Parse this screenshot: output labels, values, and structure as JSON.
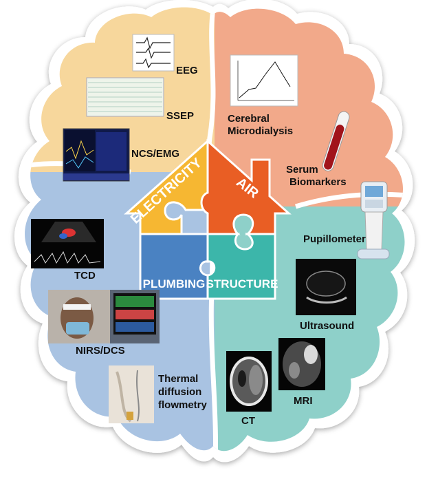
{
  "quadrants": {
    "electricity": {
      "label": "ELECTRICITY",
      "color": "#f7d79c",
      "items": [
        "EEG",
        "SSEP",
        "NCS/EMG"
      ]
    },
    "air": {
      "label": "AIR",
      "color": "#f2a98a",
      "items": [
        "Cerebral Microdialysis",
        "Serum Biomarkers"
      ]
    },
    "plumbing": {
      "label": "PLUMBING",
      "color": "#a9c3e2",
      "items": [
        "TCD",
        "NIRS/DCS",
        "Thermal diffusion flowmetry"
      ]
    },
    "structure": {
      "label": "STRUCTURE",
      "color": "#8ed0c9",
      "items": [
        "Pupillometer",
        "Ultrasound",
        "MRI",
        "CT"
      ]
    }
  },
  "colors": {
    "puzzle_electricity": "#f6b732",
    "puzzle_air": "#e95e24",
    "puzzle_plumbing": "#4a82c2",
    "puzzle_structure": "#3cb6aa"
  },
  "labels": {
    "eeg": "EEG",
    "ssep": "SSEP",
    "ncs_emg": "NCS/EMG",
    "cerebral_microdialysis_1": "Cerebral",
    "cerebral_microdialysis_2": "Microdialysis",
    "serum_biomarkers_1": "Serum",
    "serum_biomarkers_2": "Biomarkers",
    "pupillometer": "Pupillometer",
    "ultrasound": "Ultrasound",
    "mri": "MRI",
    "ct": "CT",
    "tcd": "TCD",
    "nirs_dcs": "NIRS/DCS",
    "thermal_1": "Thermal",
    "thermal_2": "diffusion",
    "thermal_3": "flowmetry",
    "house_electricity": "ELECTRICITY",
    "house_air": "AIR",
    "house_plumbing": "PLUMBING",
    "house_structure": "STRUCTURE"
  }
}
